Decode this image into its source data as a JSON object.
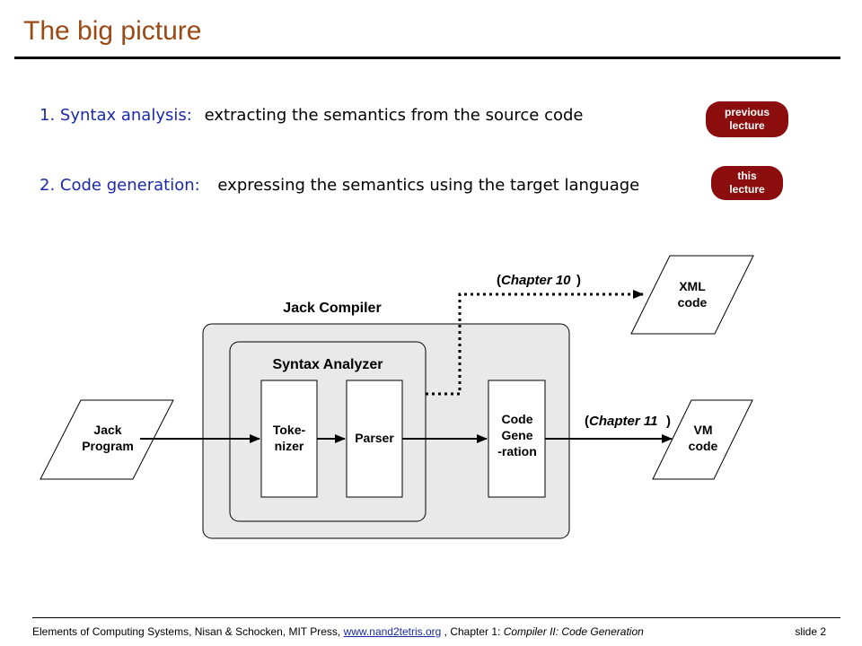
{
  "title": "The big picture",
  "items": [
    {
      "number": "1.",
      "label": "Syntax analysis:",
      "description": "extracting the semantics from the source code"
    },
    {
      "number": "2.",
      "label": "Code generation:",
      "description": "expressing the semantics using the target language"
    }
  ],
  "badges": {
    "previous": [
      "previous",
      "lecture"
    ],
    "this": [
      "this",
      "lecture"
    ]
  },
  "diagram": {
    "jack_compiler": "Jack Compiler",
    "syntax_analyzer": "Syntax Analyzer",
    "jack_program": [
      "Jack",
      "Program"
    ],
    "tokenizer": [
      "Toke-",
      "nizer"
    ],
    "parser": "Parser",
    "code_generation": [
      "Code",
      "Gene",
      "-ration"
    ],
    "xml_code": [
      "XML",
      "code"
    ],
    "vm_code": [
      "VM",
      "code"
    ],
    "chapter10": "Chapter 10",
    "chapter11": "Chapter 11"
  },
  "footer": {
    "text1": "Elements of Computing Systems, Nisan & Schocken, MIT Press,",
    "link": "www.nand2tetris.org",
    "text2": ", Chapter 1:",
    "chapter": "Compiler II: Code Generation",
    "slide": "slide 2"
  },
  "colors": {
    "title": "#9b4a15",
    "label": "#1a2aa8",
    "badge": "#8b0d0d"
  }
}
